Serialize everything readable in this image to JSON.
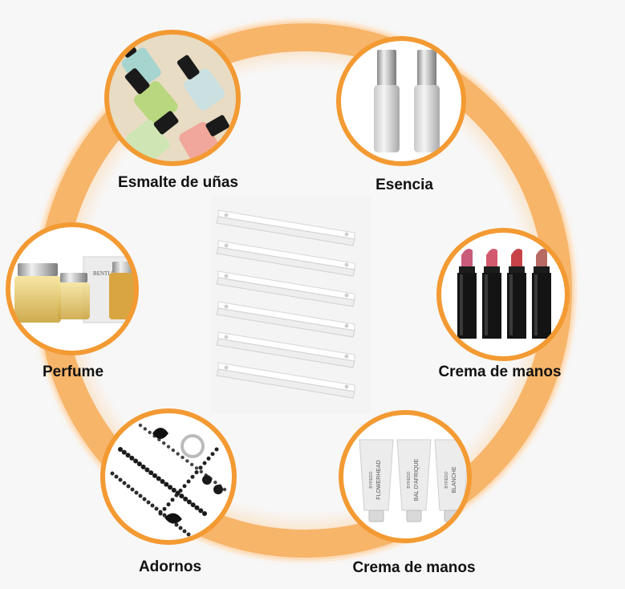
{
  "categories": [
    {
      "label": "Esmalte de uñas",
      "icon": "nail-polish-photo"
    },
    {
      "label": "Esencia",
      "icon": "essence-bottles-photo"
    },
    {
      "label": "Perfume",
      "icon": "perfume-bottles-photo"
    },
    {
      "label": "Crema de manos",
      "icon": "lipsticks-photo"
    },
    {
      "label": "Adornos",
      "icon": "jewelry-photo"
    },
    {
      "label": "Crema de manos",
      "icon": "hand-cream-tubes-photo"
    }
  ],
  "tubes": [
    {
      "brand": "BYREDO",
      "name": "FLOWERHEAD"
    },
    {
      "brand": "BYREDO",
      "name": "BAL D'AFRIQUE"
    },
    {
      "brand": "BYREDO",
      "name": "BLANCHE"
    }
  ],
  "perfume_brand": "BENTLEY",
  "colors": {
    "ring": "#f7b56a",
    "ring_glow": "#fbdcb6",
    "circle_border": "#f39a33",
    "background": "#f7f7f7"
  }
}
